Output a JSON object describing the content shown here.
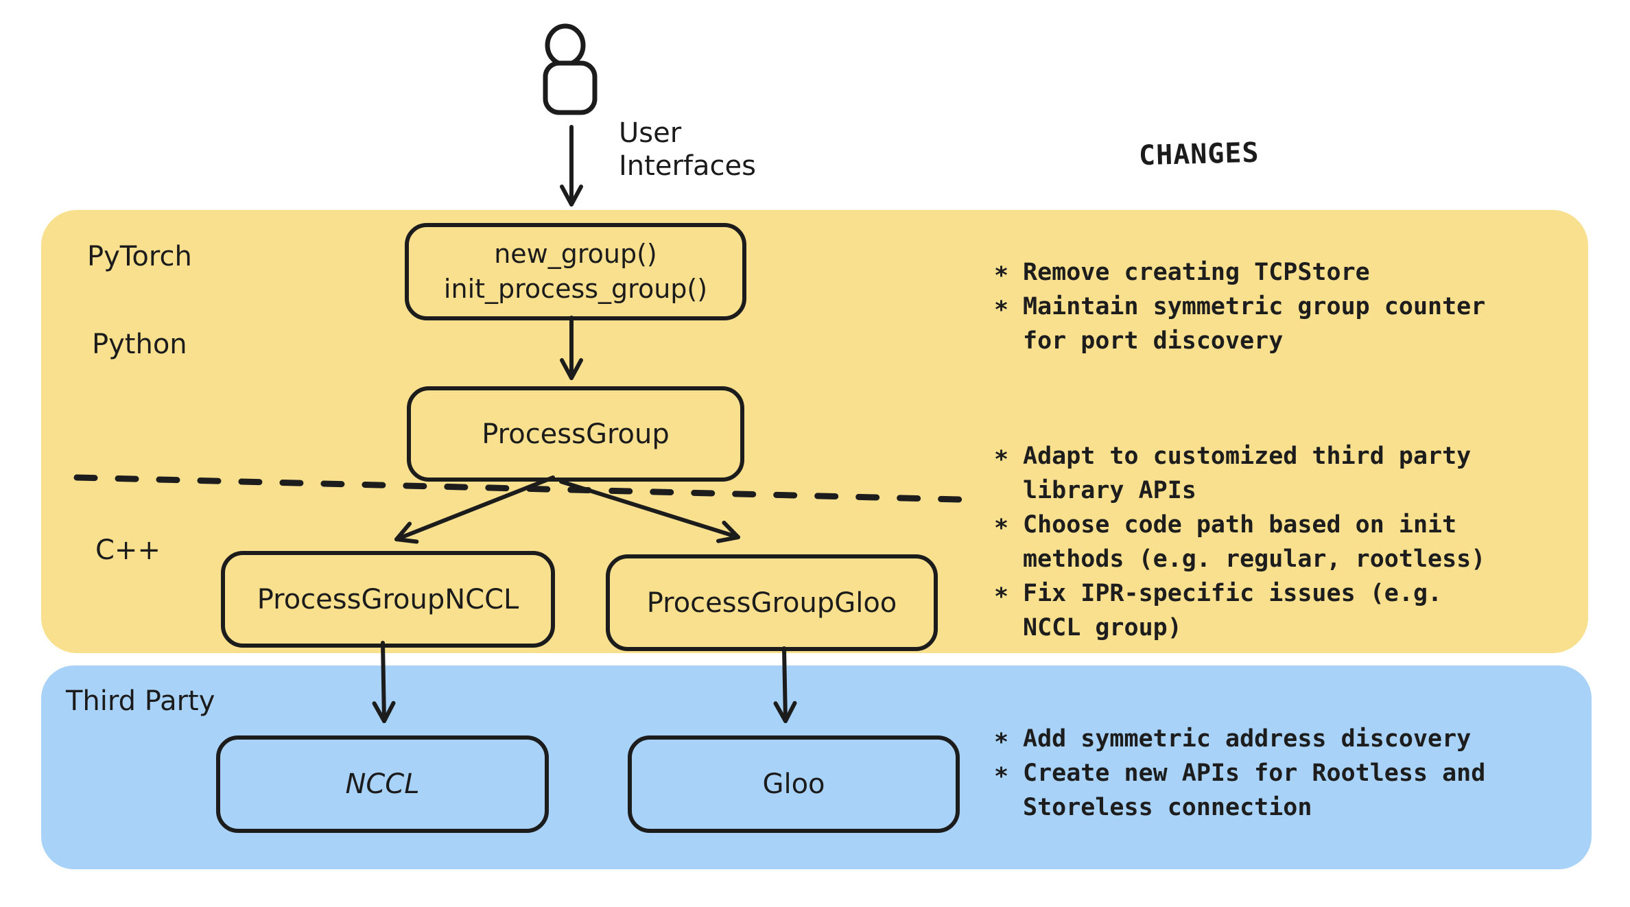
{
  "annotations": {
    "user_label_line1": "User",
    "user_label_line2": "Interfaces"
  },
  "layers": {
    "pytorch": {
      "name": "PyTorch",
      "language_top": "Python",
      "language_bottom": "C++",
      "color": "#F8E08F"
    },
    "third_party": {
      "name": "Third Party",
      "color": "#A8D2F7"
    }
  },
  "nodes": {
    "user_api": {
      "line1": "new_group()",
      "line2": "init_process_group()"
    },
    "process_group": "ProcessGroup",
    "process_group_nccl": "ProcessGroupNCCL",
    "process_group_gloo": "ProcessGroupGloo",
    "nccl": "NCCL",
    "gloo": "Gloo"
  },
  "changes": {
    "title": "CHANGES",
    "bullet_marker": "*",
    "groups": [
      {
        "items": [
          "Remove creating TCPStore",
          "Maintain symmetric group counter for port discovery"
        ]
      },
      {
        "items": [
          "Adapt to customized third party library APIs",
          "Choose code path based on init methods (e.g. regular, rootless)",
          "Fix IPR-specific issues (e.g. NCCL group)"
        ]
      },
      {
        "items": [
          "Add symmetric address discovery",
          "Create new APIs for Rootless and Storeless connection"
        ]
      }
    ]
  },
  "colors": {
    "background": "#FFFFFF",
    "stroke": "#1C1C1C",
    "text": "#1B1B1B",
    "yellow_band": "#F8E08F",
    "blue_band": "#A8D2F7"
  }
}
